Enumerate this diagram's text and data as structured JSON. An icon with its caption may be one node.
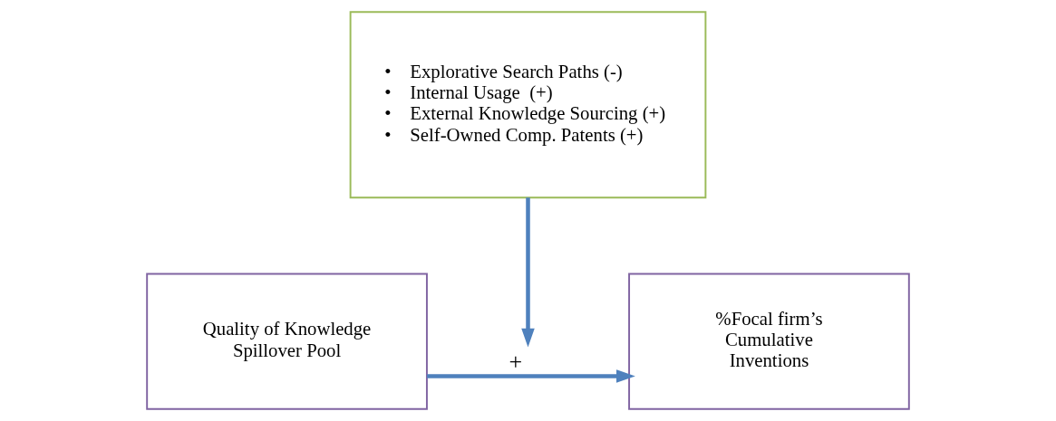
{
  "diagram": {
    "nodes": [
      {
        "text": [
          "•    Explorative Search Paths (-)",
          "•    Internal Usage  (+)",
          "•    External Knowledge Sourcing (+)",
          "•    Self-Owned Comp. Patents (+)"
        ]
      },
      {
        "text": [
          "Quality of Knowledge Spillover Pool"
        ]
      },
      {
        "text": [
          "%Focal firm’s Cumulative Inventions"
        ]
      }
    ],
    "edges": [
      {
        "from": 1,
        "to": 2,
        "arrow": "to",
        "label": "+"
      },
      {
        "from": 0,
        "to": null,
        "arrow": "to"
      }
    ]
  }
}
